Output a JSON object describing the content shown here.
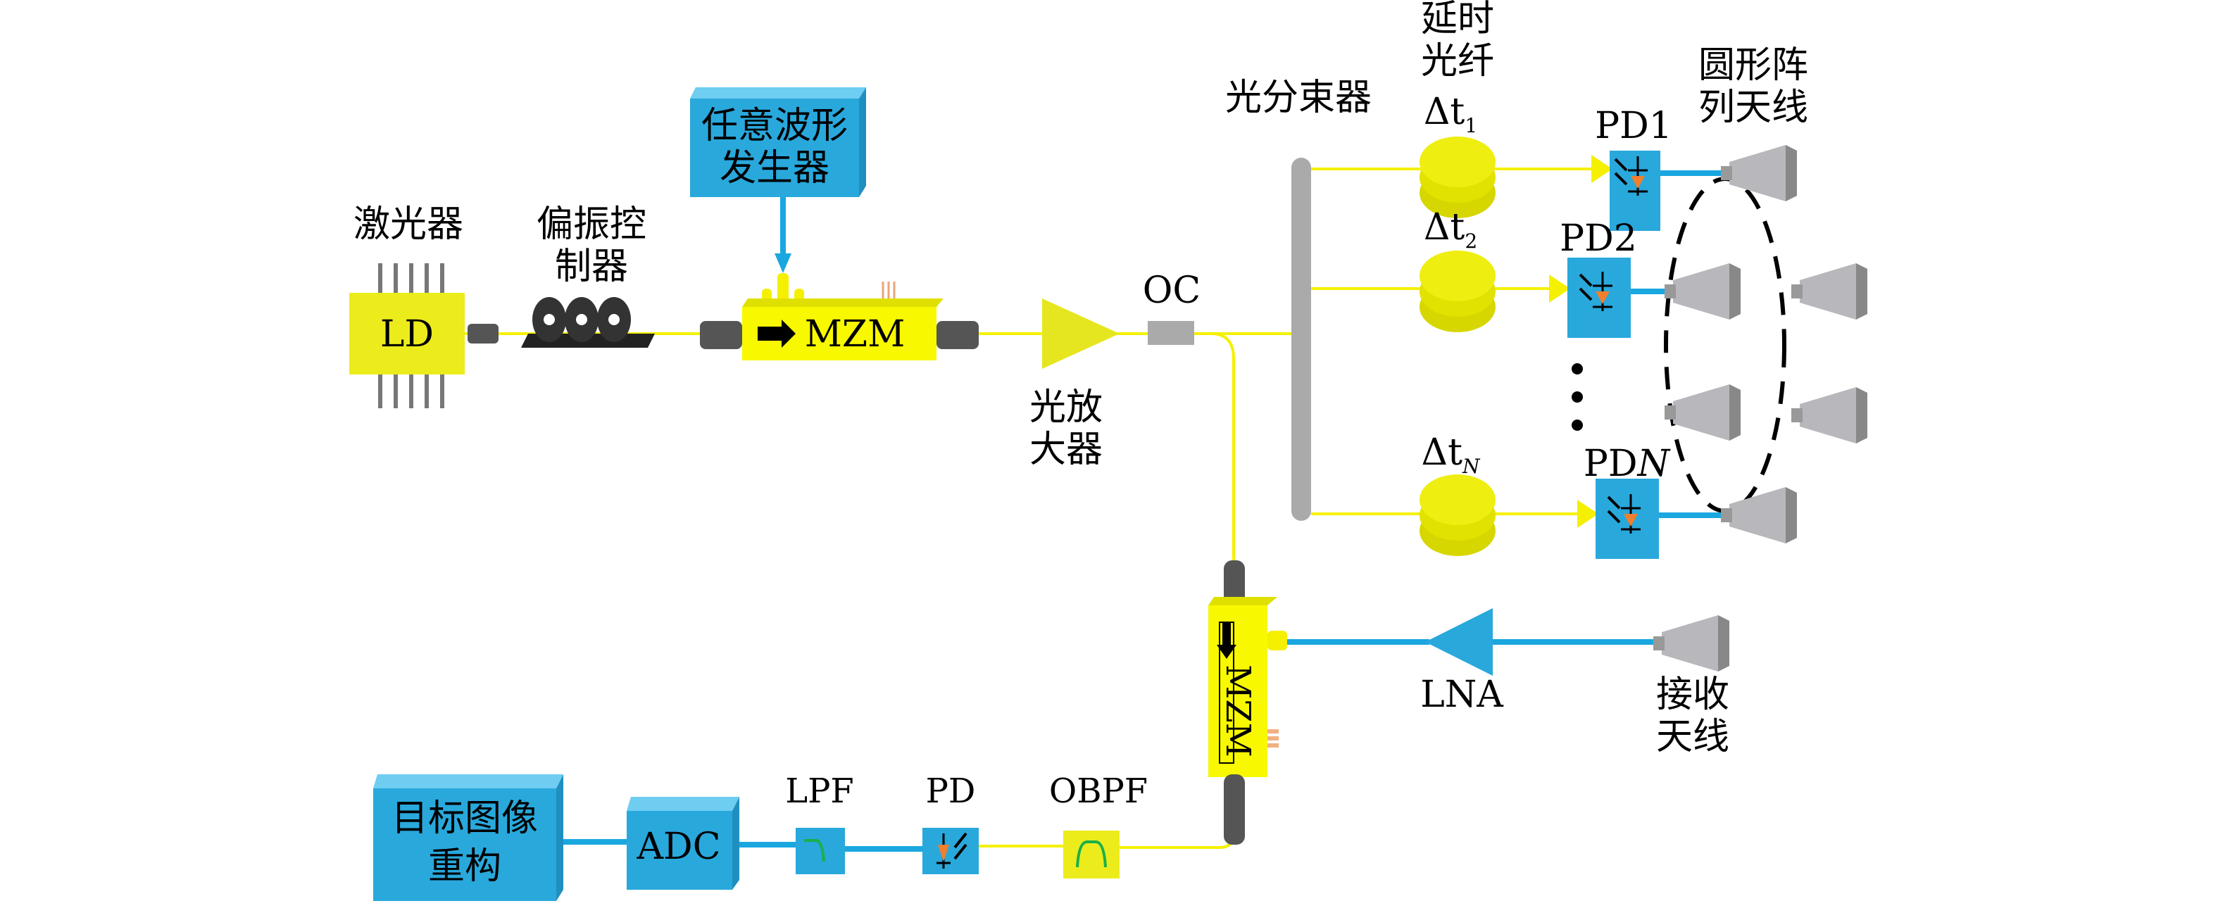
{
  "labels": {
    "laser": "激光器",
    "ld": "LD",
    "pc_line1": "偏振控",
    "pc_line2": "制器",
    "awg_line1": "任意波形",
    "awg_line2": "发生器",
    "mzm": "MZM",
    "amp_line1": "光放",
    "amp_line2": "大器",
    "oc": "OC",
    "splitter": "光分束器",
    "delay_line1": "延时",
    "delay_line2": "光纤",
    "dt1": "Δt",
    "dt1_sub": "1",
    "dt2": "Δt",
    "dt2_sub": "2",
    "dtN": "Δt",
    "dtN_sub": "N",
    "pd1": "PD1",
    "pd2": "PD2",
    "pdN_prefix": "PD",
    "pdN_suffix": "N",
    "array_line1": "圆形阵",
    "array_line2": "列天线",
    "lna": "LNA",
    "rx_line1": "接收",
    "rx_line2": "天线",
    "mzm2": "MZM",
    "recon_line1": "目标图像",
    "recon_line2": "重构",
    "adc": "ADC",
    "lpf": "LPF",
    "pd": "PD",
    "obpf": "OBPF"
  },
  "colors": {
    "optical_fiber": "#f5f000",
    "rf_cable": "#1aa7df",
    "blue_block": "#29a8dc",
    "yellow_block": "#ecec1c",
    "splitter": "#aaaaaa"
  }
}
